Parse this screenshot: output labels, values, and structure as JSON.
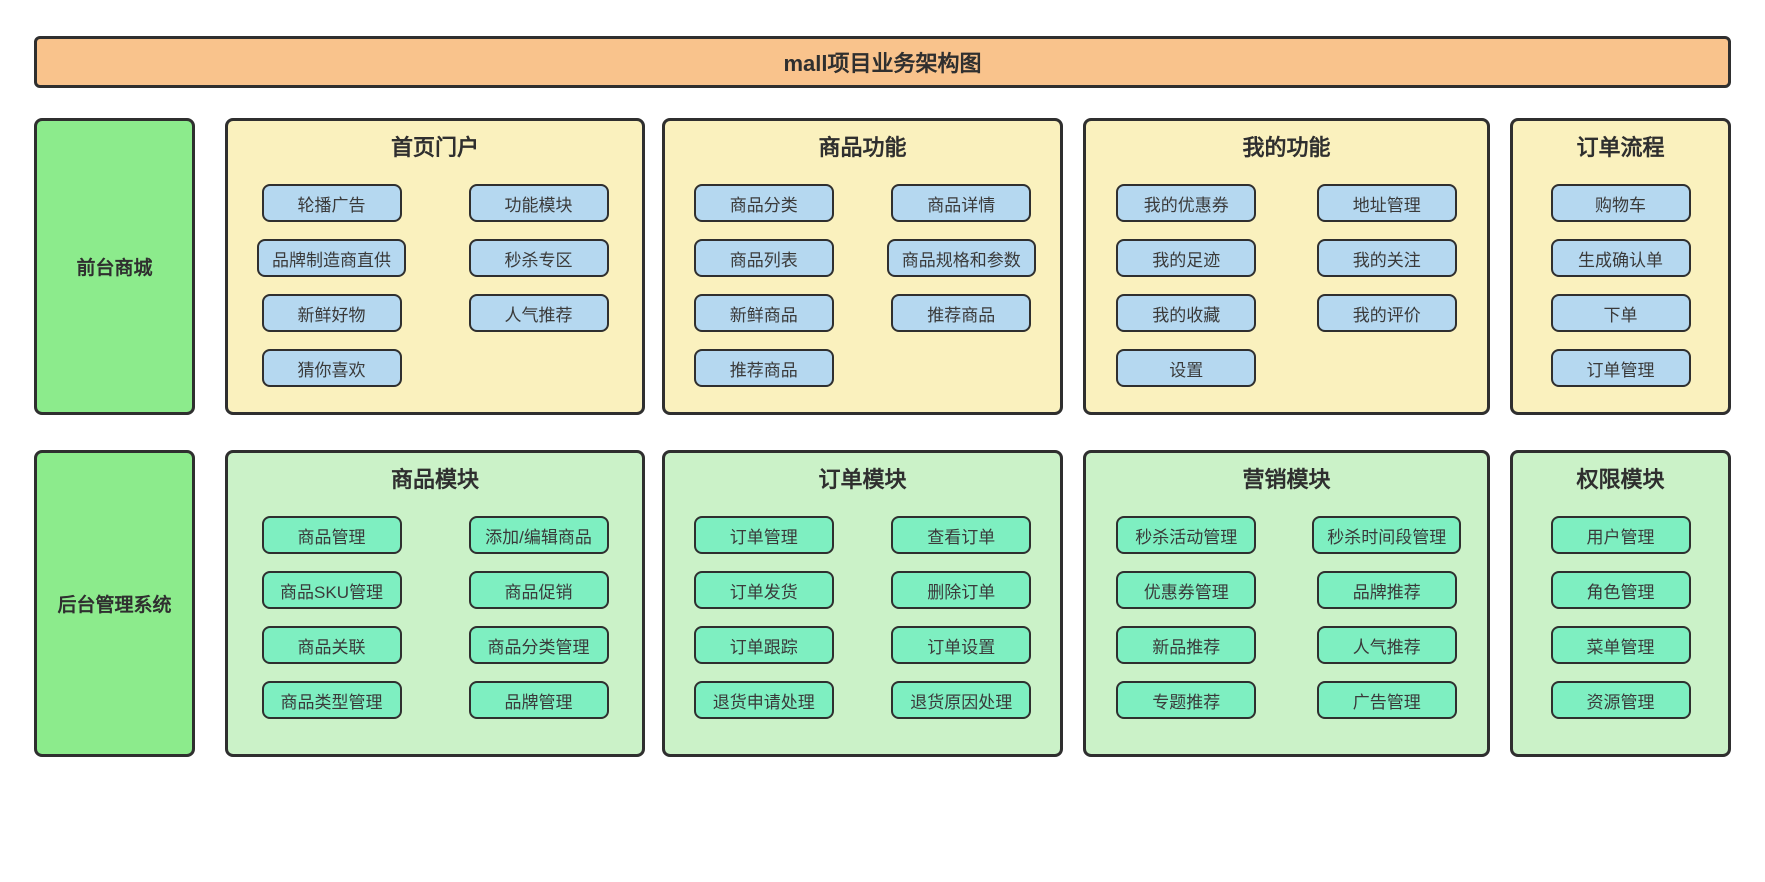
{
  "title": "mall项目业务架构图",
  "colors": {
    "banner_bg": "#F9C38C",
    "side_label_bg": "#8CEB8C",
    "front_panel_bg": "#FAF1BE",
    "front_button_bg": "#B5D8F0",
    "admin_panel_bg": "#CBF2C8",
    "admin_button_bg": "#7EEFC1",
    "border": "#2F2F2F",
    "title_text": "#2F2F2F",
    "box_text": "#3A3A3A"
  },
  "rows": [
    {
      "label": "前台商城",
      "panels": [
        {
          "title": "首页门户",
          "columns": 2,
          "buttons": [
            "轮播广告",
            "功能模块",
            "品牌制造商直供",
            "秒杀专区",
            "新鲜好物",
            "人气推荐",
            "猜你喜欢"
          ]
        },
        {
          "title": "商品功能",
          "columns": 2,
          "buttons": [
            "商品分类",
            "商品详情",
            "商品列表",
            "商品规格和参数",
            "新鲜商品",
            "推荐商品",
            "推荐商品"
          ]
        },
        {
          "title": "我的功能",
          "columns": 2,
          "buttons": [
            "我的优惠券",
            "地址管理",
            "我的足迹",
            "我的关注",
            "我的收藏",
            "我的评价",
            "设置"
          ]
        },
        {
          "title": "订单流程",
          "columns": 1,
          "buttons": [
            "购物车",
            "生成确认单",
            "下单",
            "订单管理"
          ]
        }
      ]
    },
    {
      "label": "后台管理系统",
      "panels": [
        {
          "title": "商品模块",
          "columns": 2,
          "buttons": [
            "商品管理",
            "添加/编辑商品",
            "商品SKU管理",
            "商品促销",
            "商品关联",
            "商品分类管理",
            "商品类型管理",
            "品牌管理"
          ]
        },
        {
          "title": "订单模块",
          "columns": 2,
          "buttons": [
            "订单管理",
            "查看订单",
            "订单发货",
            "删除订单",
            "订单跟踪",
            "订单设置",
            "退货申请处理",
            "退货原因处理"
          ]
        },
        {
          "title": "营销模块",
          "columns": 2,
          "buttons": [
            "秒杀活动管理",
            "秒杀时间段管理",
            "优惠券管理",
            "品牌推荐",
            "新品推荐",
            "人气推荐",
            "专题推荐",
            "广告管理"
          ]
        },
        {
          "title": "权限模块",
          "columns": 1,
          "buttons": [
            "用户管理",
            "角色管理",
            "菜单管理",
            "资源管理"
          ]
        }
      ]
    }
  ]
}
